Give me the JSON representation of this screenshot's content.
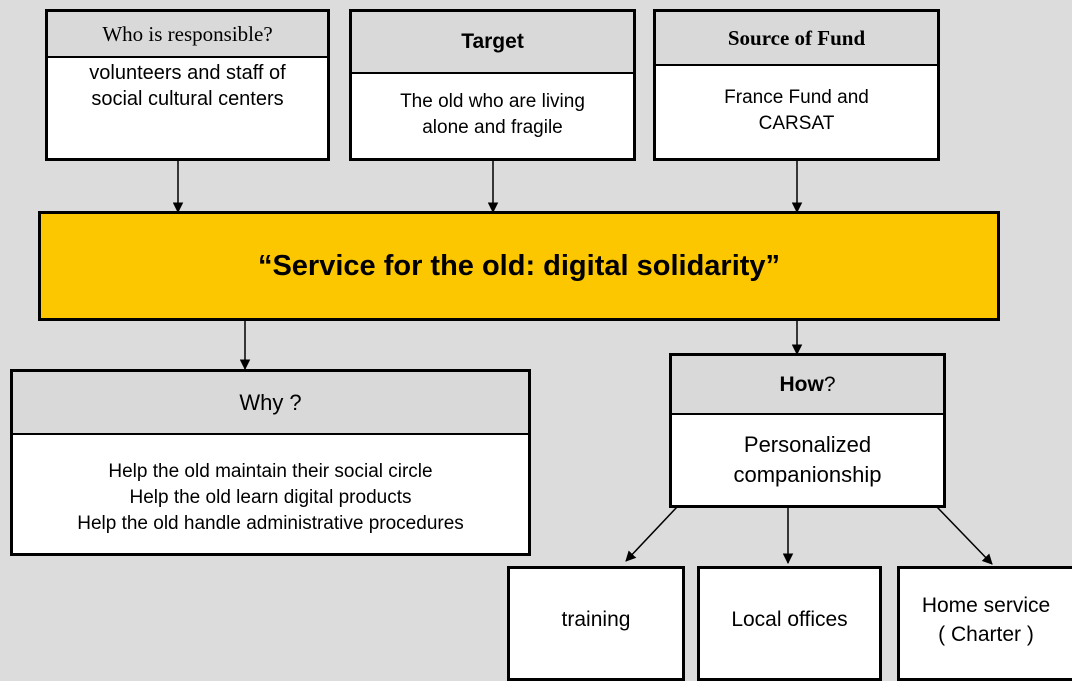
{
  "responsible": {
    "title": "Who is responsible?",
    "body": "volunteers and staff of\nsocial cultural centers"
  },
  "target": {
    "title": "Target",
    "body": "The old who are living\nalone and fragile"
  },
  "fund": {
    "title": "Source of Fund",
    "body": "France Fund and\nCARSAT"
  },
  "central": {
    "label": "“Service for the old: digital solidarity”",
    "color": "#fdc700"
  },
  "why": {
    "title": "Why ?",
    "body": "Help the old maintain their social circle\nHelp the old learn digital products\nHelp the old handle administrative procedures"
  },
  "how": {
    "title_bold": "How",
    "title_rest": "?",
    "body": "Personalized\ncompanionship"
  },
  "outcomes": {
    "training": "training",
    "local_offices": "Local offices",
    "home_service": "Home service\n( Charter )"
  },
  "colors": {
    "header_fill": "#d9d9d9",
    "background": "#dcdcdc"
  }
}
